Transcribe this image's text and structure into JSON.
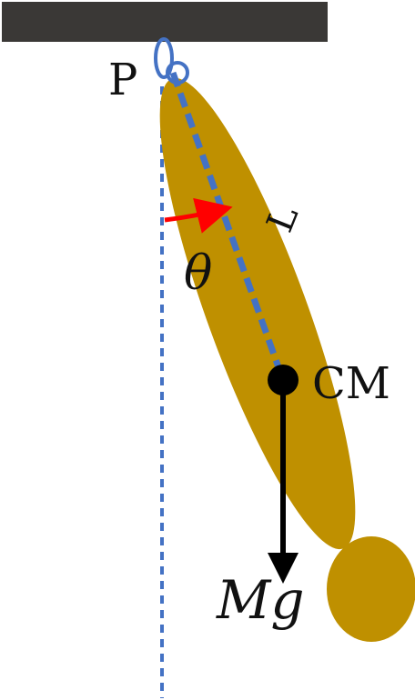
{
  "labels": {
    "pivot": "P",
    "length": "L",
    "angle": "θ",
    "center_of_mass": "CM",
    "weight_mass": "M",
    "weight_g": "g"
  },
  "colors": {
    "ceiling": "#3a3836",
    "body": "#bf9000",
    "dashed_line": "#4472c4",
    "angle_arrow": "#ff0000",
    "force_arrow": "#000000",
    "cm_dot": "#000000"
  }
}
